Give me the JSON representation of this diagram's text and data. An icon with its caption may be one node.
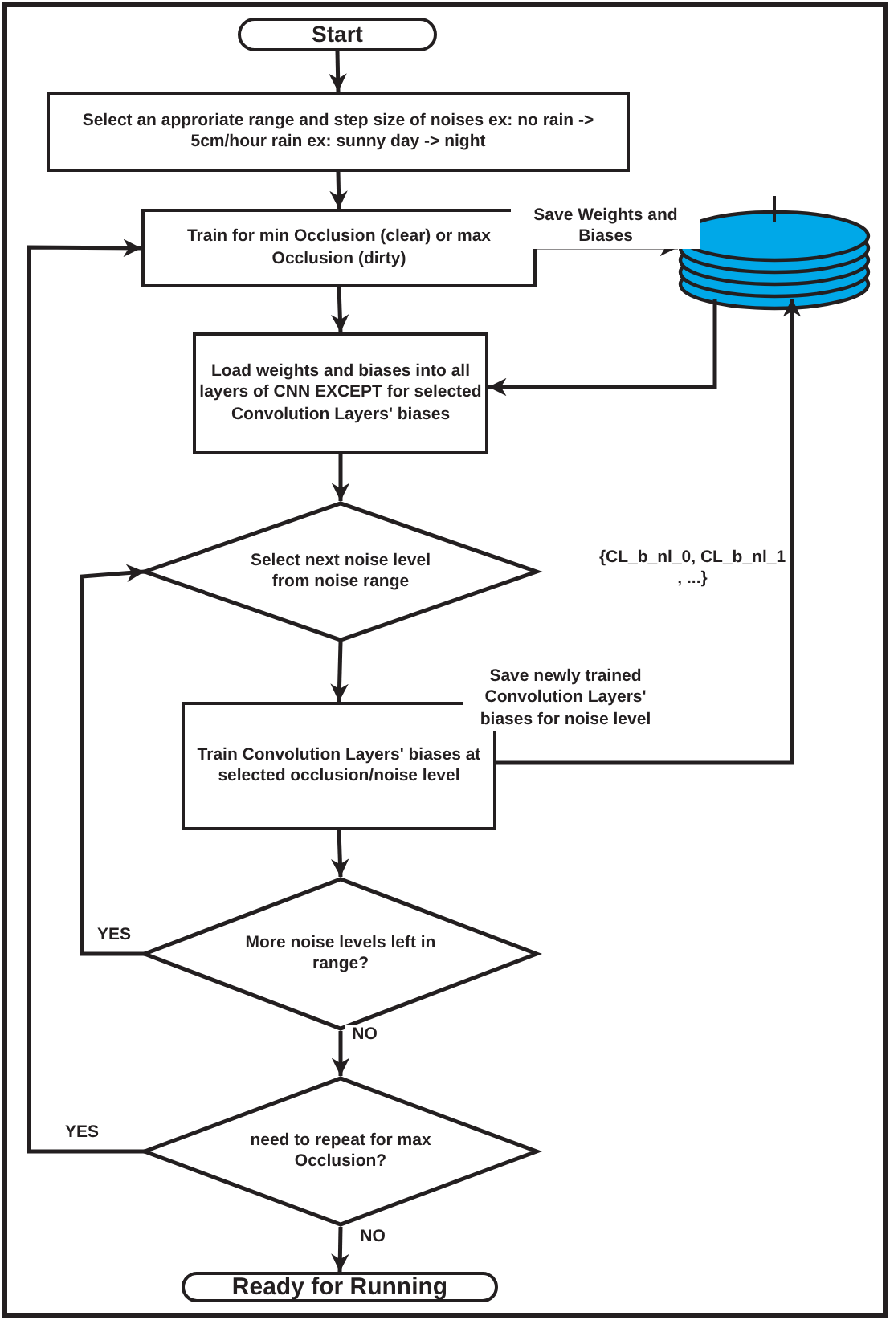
{
  "diagram": {
    "nodes": [
      {
        "text": [
          "Start"
        ]
      },
      {
        "text": [
          "Select an approriate range and step size of noises ex: no rain -> 5cm/hour rain ex: sunny day -> night"
        ]
      },
      {
        "text": [
          "Train for min Occlusion (clear) or max Occlusion (dirty)"
        ]
      },
      {
        "text": [],
        "shape": "cylinder"
      },
      {
        "text": [
          "Load weights and biases into all layers of CNN EXCEPT for selected Convolution Layers' biases"
        ]
      },
      {
        "text": [
          "Select next noise level from noise range"
        ]
      },
      {
        "text": [
          "Train Convolution Layers' biases at selected occlusion/noise level"
        ]
      },
      {
        "text": [
          "More noise levels left in range?"
        ]
      },
      {
        "text": [
          "need to repeat for max Occlusion?"
        ]
      },
      {
        "text": [
          "Ready for Running"
        ]
      }
    ],
    "edges": [
      {
        "from": 0,
        "to": 1,
        "arrow": "to"
      },
      {
        "from": 1,
        "to": 2,
        "arrow": "to"
      },
      {
        "from": 2,
        "to": 3,
        "arrow": "to",
        "label": "Save Weights and Biases"
      },
      {
        "from": 3,
        "to": 4,
        "arrow": "to"
      },
      {
        "from": 2,
        "to": 4,
        "arrow": "to"
      },
      {
        "from": 4,
        "to": 5,
        "arrow": "to"
      },
      {
        "from": 5,
        "to": 6,
        "arrow": "to"
      },
      {
        "from": 6,
        "to": 3,
        "arrow": "to",
        "label": "Save newly trained Convolution Layers' biases for noise level"
      },
      {
        "from": 6,
        "to": 7,
        "arrow": "to"
      },
      {
        "from": 7,
        "to": 5,
        "arrow": "to",
        "label": "YES"
      },
      {
        "from": 7,
        "to": 8,
        "arrow": "to",
        "label": "NO"
      },
      {
        "from": 8,
        "to": 2,
        "arrow": "to",
        "label": "YES"
      },
      {
        "from": 8,
        "to": 9,
        "arrow": "to",
        "label": "NO"
      }
    ],
    "labels": [
      "{CL_b_nl_0, CL_b_nl_1 , ...}"
    ]
  }
}
